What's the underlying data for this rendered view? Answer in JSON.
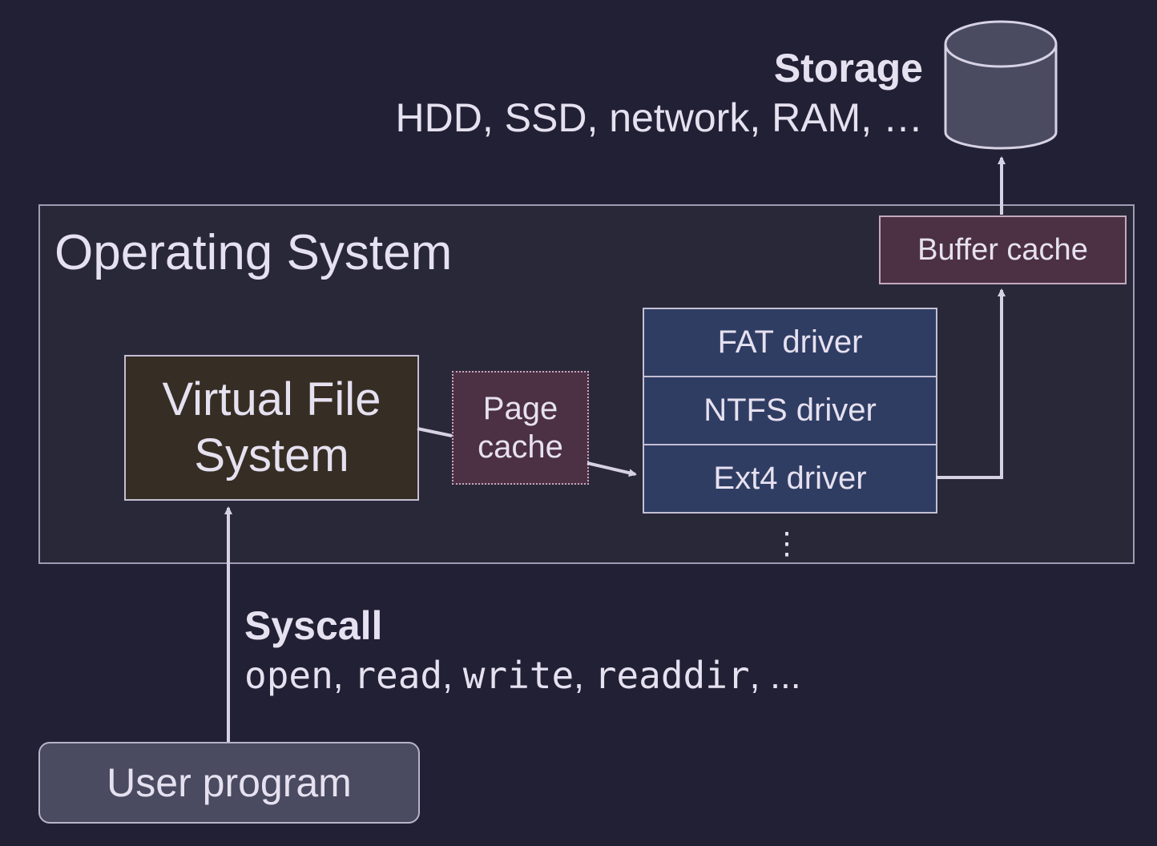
{
  "storage": {
    "title": "Storage",
    "types": "HDD, SSD, network, RAM, …",
    "icon": "database-cylinder-icon"
  },
  "os": {
    "title": "Operating System"
  },
  "vfs": {
    "label": "Virtual File System"
  },
  "page_cache": {
    "label": "Page cache"
  },
  "drivers": [
    {
      "label": "FAT driver"
    },
    {
      "label": "NTFS driver"
    },
    {
      "label": "Ext4 driver"
    }
  ],
  "more_drivers": "⋮",
  "buffer_cache": {
    "label": "Buffer cache"
  },
  "syscall": {
    "title": "Syscall",
    "calls": [
      "open",
      "read",
      "write",
      "readdir"
    ],
    "separator": ", ",
    "trailing": ", ..."
  },
  "user_program": {
    "label": "User program"
  },
  "colors": {
    "background": "#222034",
    "os_box": "#292839",
    "vfs": "#362d24",
    "cache": "#4c3043",
    "driver": "#303d63",
    "user_program": "#4a4a60",
    "line": "#d6d2e4"
  }
}
